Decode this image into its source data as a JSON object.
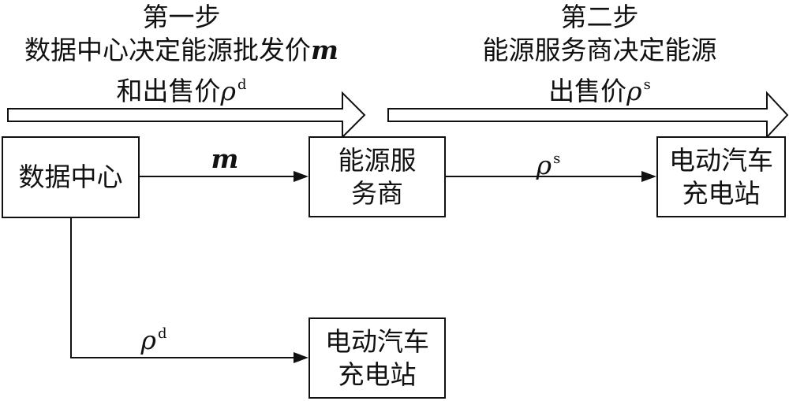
{
  "step1": {
    "title": "第一步",
    "line2_text": "数据中心决定能源批发价",
    "line2_var": "m",
    "line3_text": "和出售价",
    "line3_var": "ρ",
    "line3_sup": "d"
  },
  "step2": {
    "title": "第二步",
    "line2_text": "能源服务商决定能源",
    "line3_text": "出售价",
    "line3_var": "ρ",
    "line3_sup": "s"
  },
  "nodes": {
    "data_center": "数据中心",
    "energy_service_provider": "能源服\n务商",
    "ev_station_top": "电动汽车\n充电站",
    "ev_station_bottom": "电动汽车\n充电站"
  },
  "edges": {
    "m_label": "m",
    "rho_s_var": "ρ",
    "rho_s_sup": "s",
    "rho_d_var": "ρ",
    "rho_d_sup": "d"
  }
}
